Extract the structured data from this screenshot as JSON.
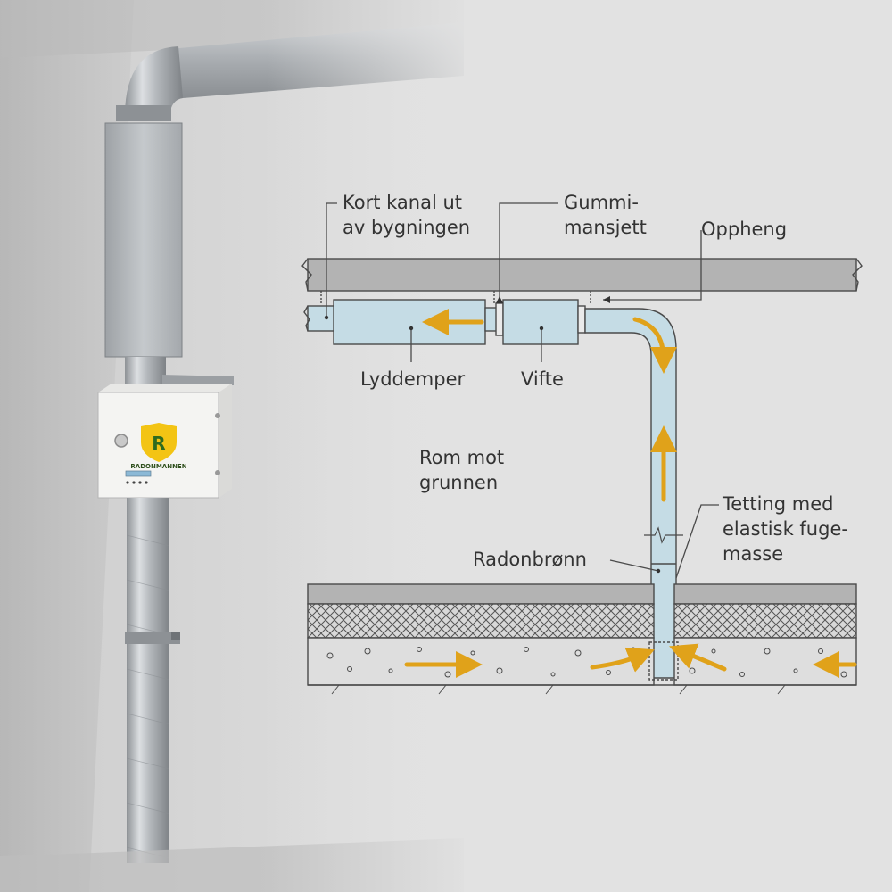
{
  "labels": {
    "short_duct_line1": "Kort kanal ut",
    "short_duct_line2": "av bygningen",
    "rubber_line1": "Gummi-",
    "rubber_line2": "mansjett",
    "hanger": "Oppheng",
    "silencer": "Lyddemper",
    "fan": "Vifte",
    "room_line1": "Rom mot",
    "room_line2": "grunnen",
    "sealing_line1": "Tetting med",
    "sealing_line2": "elastisk fuge-",
    "sealing_line3": "masse",
    "radon_well": "Radonbrønn"
  },
  "product": {
    "brand_letter": "R",
    "brand_name": "RADONMANNEN"
  },
  "colors": {
    "background": "#e2e2e2",
    "duct_fill": "#c5dce5",
    "arrow": "#e0a21a",
    "line": "#4a4a4a",
    "concrete": "#b3b3b3",
    "logo_yellow": "#f3c414",
    "logo_green": "#2f6b1f"
  }
}
